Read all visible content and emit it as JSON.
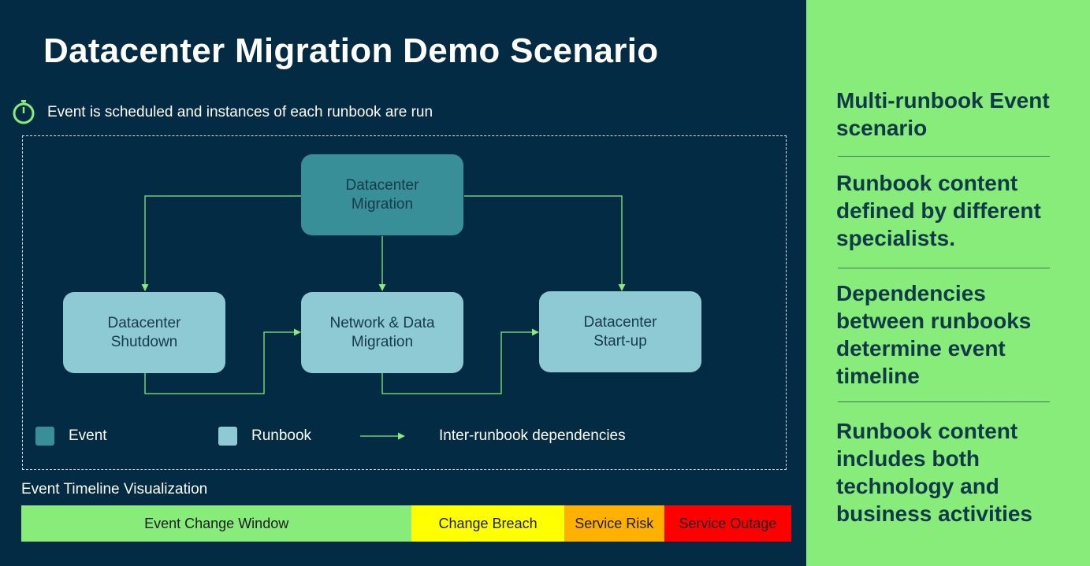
{
  "title": "Datacenter Migration Demo Scenario",
  "subtitle": "Event is scheduled and instances of each runbook are run",
  "diagram": {
    "event_node": [
      "Datacenter",
      "Migration"
    ],
    "runbooks": [
      [
        "Datacenter",
        "Shutdown"
      ],
      [
        "Network & Data",
        "Migration"
      ],
      [
        "Datacenter",
        "Start-up"
      ]
    ]
  },
  "legend": {
    "event": "Event",
    "runbook": "Runbook",
    "dependencies": "Inter-runbook dependencies"
  },
  "timeline": {
    "title": "Event Timeline Visualization",
    "segments": [
      {
        "label": "Event Change Window",
        "color": "#88ec7a",
        "share": 0.507
      },
      {
        "label": "Change Breach",
        "color": "#ffff00",
        "share": 0.198
      },
      {
        "label": "Service Risk",
        "color": "#ffb000",
        "share": 0.13
      },
      {
        "label": "Service Outage",
        "color": "#ff0000",
        "share": 0.165
      }
    ]
  },
  "colors": {
    "background": "#032b43",
    "sidebar": "#88ec7a",
    "event": "#388f97",
    "runbook": "#8ecad4",
    "connector": "#88ec7a"
  },
  "sidebar": {
    "points": [
      [
        "Multi-runbook Event",
        "scenario"
      ],
      [
        "Runbook content",
        "defined by different",
        "specialists."
      ],
      [
        "Dependencies",
        "between runbooks",
        "determine event",
        "timeline"
      ],
      [
        "Runbook content",
        "includes both",
        "technology and",
        "business activities"
      ]
    ]
  }
}
